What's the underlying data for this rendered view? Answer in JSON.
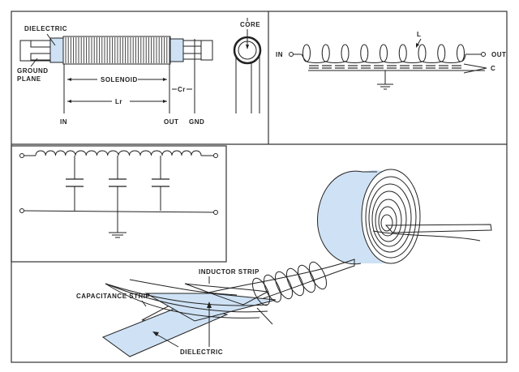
{
  "colors": {
    "dielectric_fill": "#cfe2f5",
    "line": "#222222",
    "background": "#ffffff"
  },
  "panel_solenoid": {
    "labels": {
      "dielectric": "DIELECTRIC",
      "ground_plane_1": "GROUND",
      "ground_plane_2": "PLANE",
      "solenoid": "SOLENOID",
      "lr": "Lr",
      "cr": "Cr",
      "in": "IN",
      "out": "OUT",
      "gnd": "GND",
      "core": "CORE"
    }
  },
  "panel_schematic": {
    "labels": {
      "in": "IN",
      "out": "OUT",
      "l": "L",
      "c": "C"
    }
  },
  "panel_ladder": {
    "sections": 4,
    "capacitors": 3
  },
  "panel_rolled": {
    "labels": {
      "inductor_strip": "INDUCTOR STRIP",
      "capacitance_strip": "CAPACITANCE STRIP",
      "dielectric": "DIELECTRIC"
    }
  }
}
